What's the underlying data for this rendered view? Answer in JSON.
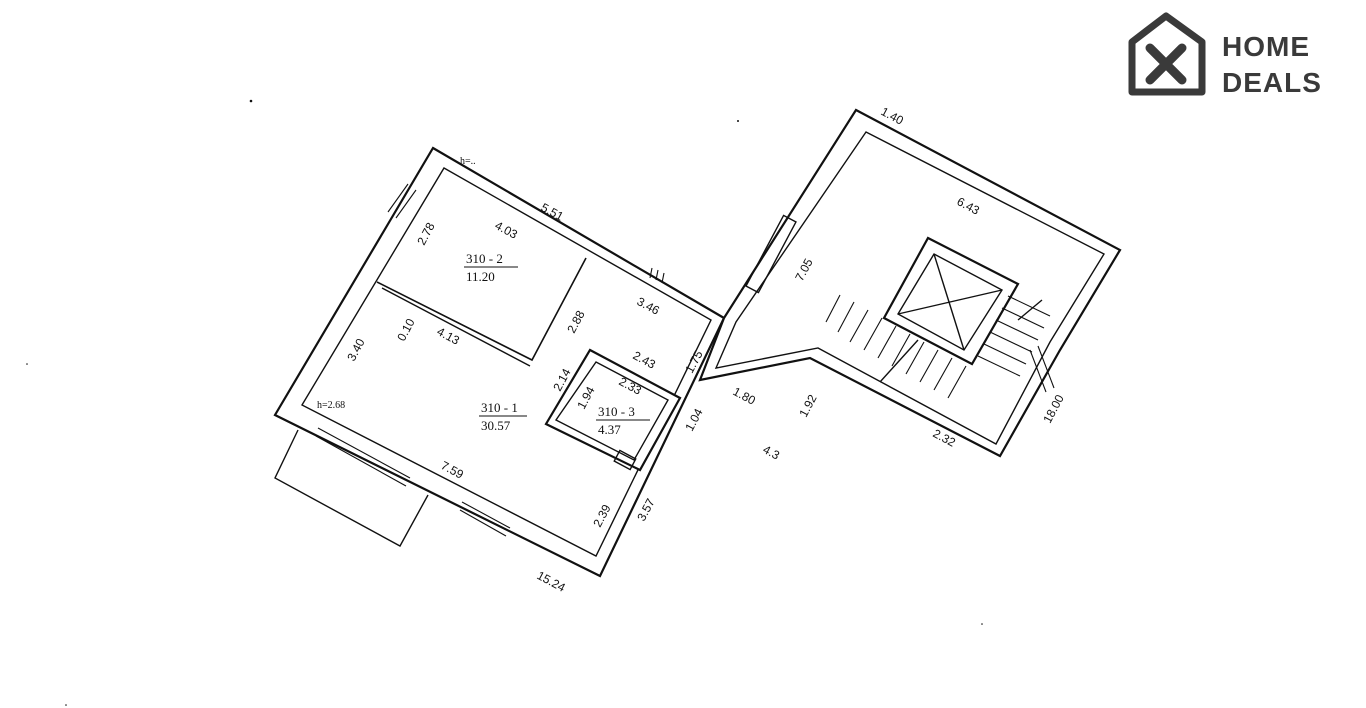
{
  "brand": {
    "line1": "HOME",
    "line2": "DEALS",
    "logo_color": "#3a3a3a"
  },
  "rooms": [
    {
      "id": "310 - 2",
      "area": "11.20"
    },
    {
      "id": "310 - 1",
      "area": "30.57"
    },
    {
      "id": "310 - 3",
      "area": "4.37"
    }
  ],
  "heights": [
    "h=2.68",
    "h=.."
  ],
  "dimensions": [
    "5.51",
    "4.03",
    "2.78",
    "3.46",
    "2.88",
    "4.13",
    "0.10",
    "3.40",
    "1.75",
    "2.43",
    "2.14",
    "2.33",
    "1.94",
    "1.80",
    "1.04",
    "7.59",
    "2.39",
    "3.57",
    "15.24",
    "1.40",
    "6.43",
    "7.05",
    "1.92",
    "4.3",
    "18.00",
    "2.32"
  ],
  "colors": {
    "ink": "#111111",
    "background": "#ffffff"
  }
}
